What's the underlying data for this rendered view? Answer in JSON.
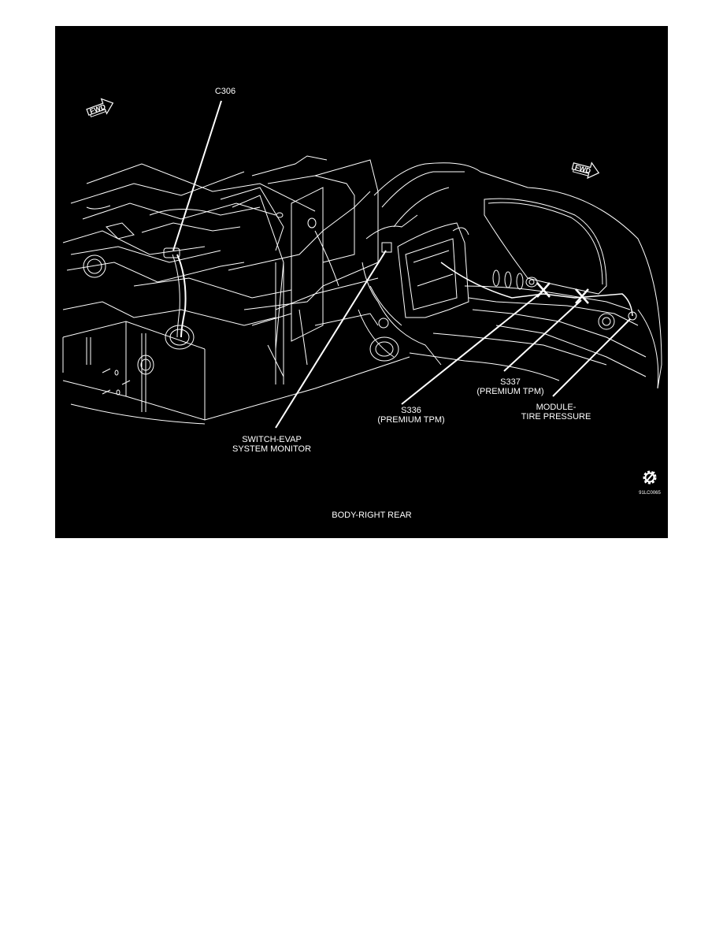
{
  "figure": {
    "caption": "BODY-RIGHT REAR",
    "figure_code": "91LC0065",
    "background_color": "#000000",
    "line_color": "#ffffff"
  },
  "orientation_arrows": [
    {
      "label": "FWD",
      "position": "upper-left"
    },
    {
      "label": "FWD",
      "position": "upper-right"
    }
  ],
  "callouts": {
    "c306": {
      "lines": [
        "C306"
      ]
    },
    "switch_evap": {
      "lines": [
        "SWITCH-EVAP",
        "SYSTEM MONITOR"
      ]
    },
    "s336": {
      "lines": [
        "S336",
        "(PREMIUM TPM)"
      ]
    },
    "s337": {
      "lines": [
        "S337",
        "(PREMIUM TPM)"
      ]
    },
    "module_tire_pressure": {
      "lines": [
        "MODULE-",
        "TIRE PRESSURE"
      ]
    }
  },
  "icons": {
    "logo": "gear-slash-icon"
  }
}
